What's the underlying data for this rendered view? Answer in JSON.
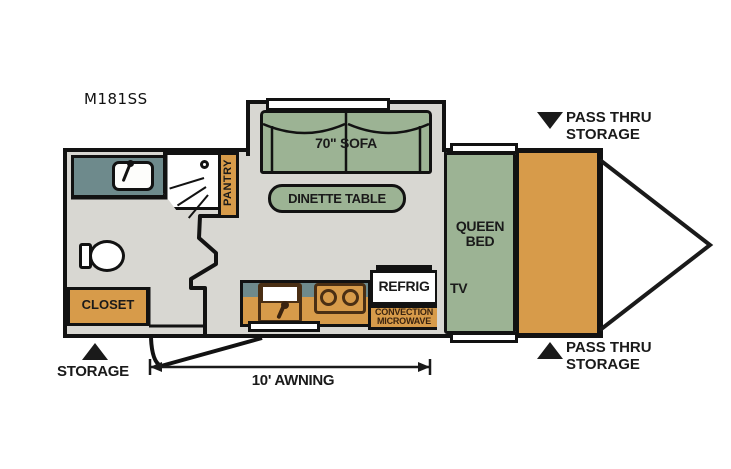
{
  "floorplan": {
    "model_number": "M181SS",
    "rooms": {
      "sofa": "70\" SOFA",
      "dinette": "DINETTE TABLE",
      "pantry": "PANTRY",
      "closet": "CLOSET",
      "refrig": "REFRIG",
      "microwave_line1": "CONVECTION",
      "microwave_line2": "MICROWAVE",
      "bed_line1": "QUEEN",
      "bed_line2": "BED",
      "tv": "TV"
    },
    "annotations": {
      "pass_thru_top_line1": "PASS THRU",
      "pass_thru_top_line2": "STORAGE",
      "pass_thru_bottom_line1": "PASS THRU",
      "pass_thru_bottom_line2": "STORAGE",
      "storage": "STORAGE",
      "awning": "10' AWNING"
    },
    "colors": {
      "sage_green": "#9cb394",
      "orange": "#d79b4a",
      "slate_teal": "#6e8a8c",
      "floor_gray": "#d8d7d2",
      "outline_black": "#121212",
      "white": "#ffffff"
    }
  }
}
